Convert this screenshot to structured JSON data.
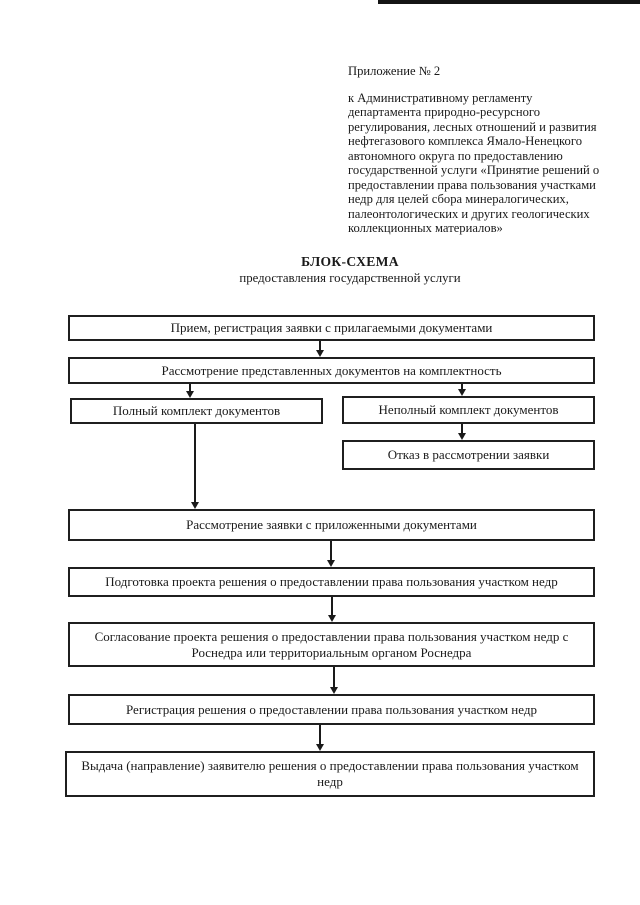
{
  "header": {
    "appendix": "Приложение № 2",
    "regulation_reference": "к Административному регламенту\nдепартамента природно-ресурсного\nрегулирования, лесных отношений и развития\nнефтегазового комплекса Ямало-Ненецкого\nавтономного округа по предоставлению\nгосударственной услуги «Принятие решений о\nпредоставлении права пользования участками\nнедр для целей сбора минералогических,\nпалеонтологических и других геологических\nколлекционных материалов»"
  },
  "title": {
    "main": "БЛОК-СХЕМА",
    "subtitle": "предоставления государственной услуги"
  },
  "flowchart": {
    "boxes": [
      {
        "id": "reception",
        "label": "Прием, регистрация заявки с прилагаемыми документами"
      },
      {
        "id": "review-completeness",
        "label": "Рассмотрение представленных документов на комплектность"
      },
      {
        "id": "complete-set",
        "label": "Полный комплект документов"
      },
      {
        "id": "incomplete-set",
        "label": "Неполный комплект документов"
      },
      {
        "id": "refusal",
        "label": "Отказ в рассмотрении заявки"
      },
      {
        "id": "review-application",
        "label": "Рассмотрение заявки с приложенными документами"
      },
      {
        "id": "draft-preparation",
        "label": "Подготовка проекта решения о предоставлении права пользования участком недр"
      },
      {
        "id": "draft-approval",
        "label": "Согласование проекта решения о предоставлении права пользования участком недр с Роснедра или территориальным органом Роснедра"
      },
      {
        "id": "decision-registration",
        "label": "Регистрация решения о предоставлении права пользования участком недр"
      },
      {
        "id": "decision-issuance",
        "label": "Выдача (направление) заявителю решения о предоставлении права пользования участком недр"
      }
    ]
  },
  "colors": {
    "ink": "#1a1a1a",
    "paper": "#ffffff"
  }
}
